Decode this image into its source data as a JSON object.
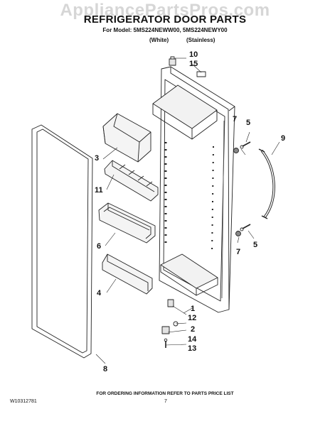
{
  "header": {
    "watermark": "AppliancePartsPros.com",
    "title": "REFRIGERATOR DOOR PARTS",
    "model_line": "For Model: 5MS224NEWW00, 5MS224NEWY00",
    "variant_white": "(White)",
    "variant_stainless": "(Stainless)"
  },
  "callouts": {
    "c10": "10",
    "c15": "15",
    "c7_top": "7",
    "c5_top": "5",
    "c9": "9",
    "c3": "3",
    "c11": "11",
    "c6": "6",
    "c4": "4",
    "c7_bottom": "7",
    "c5_bottom": "5",
    "c1": "1",
    "c12": "12",
    "c2": "2",
    "c14": "14",
    "c13": "13",
    "c8": "8"
  },
  "footer": {
    "note": "FOR ORDERING INFORMATION REFER TO PARTS PRICE LIST",
    "doc_id": "W10312781",
    "page": "7"
  }
}
